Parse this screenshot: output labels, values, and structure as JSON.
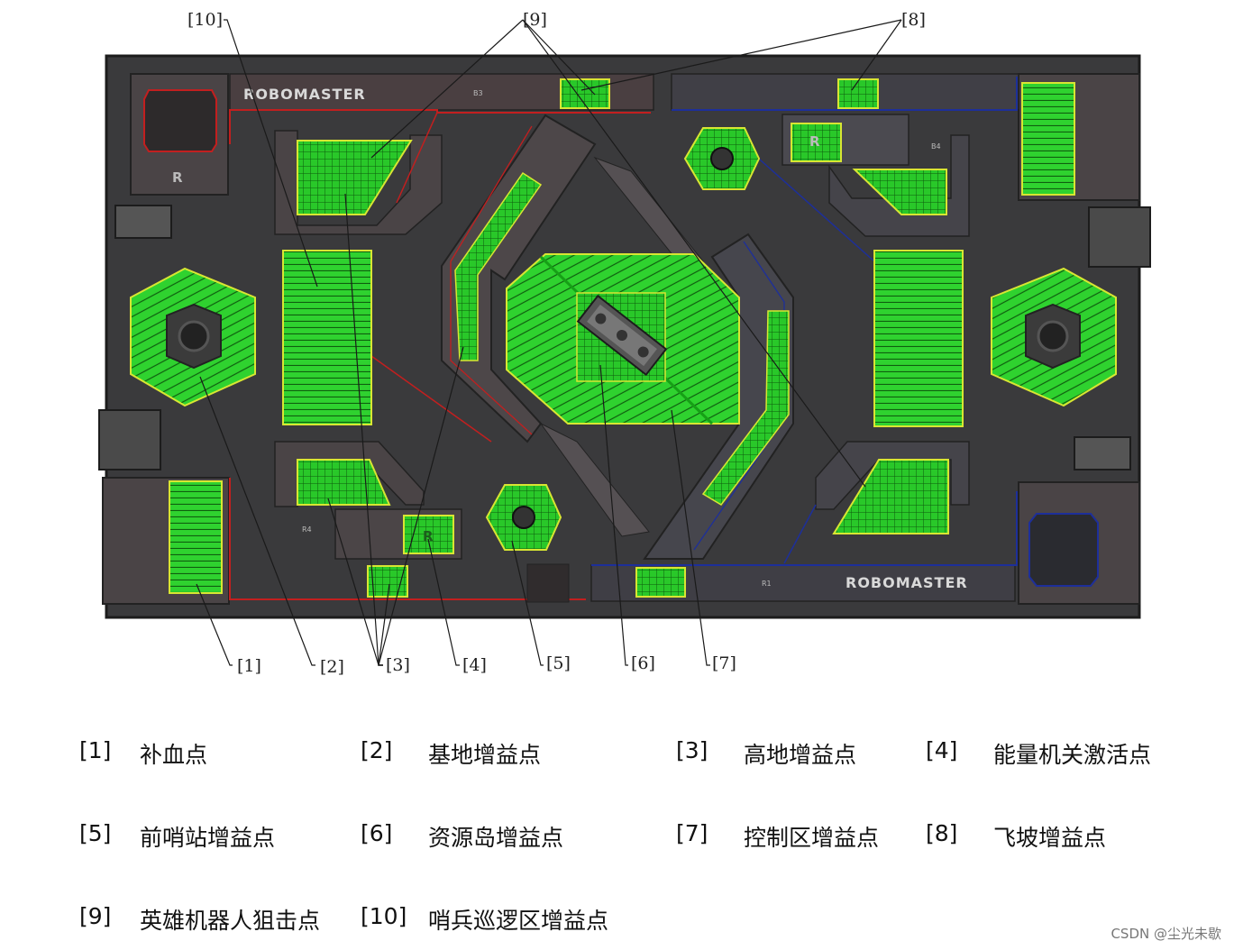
{
  "map": {
    "logo_left": "ROBOMASTER",
    "logo_right": "ROBOMASTER",
    "r_mark": "R",
    "labels": {
      "b3": "B3",
      "b4": "B4",
      "r4": "R4",
      "r1": "R1"
    },
    "colors": {
      "floor": "#3a3a3c",
      "red_side": "#c21f1f",
      "blue_side": "#1d2f9a",
      "buff_green": "#2fe02f",
      "buff_outline": "#d8e632",
      "frame": "#2a2a2a"
    },
    "callouts": [
      "[1]",
      "[2]",
      "[3]",
      "[4]",
      "[5]",
      "[6]",
      "[7]",
      "[8]",
      "[9]",
      "[10]"
    ]
  },
  "legend": [
    {
      "num": "[1]",
      "label": "补血点"
    },
    {
      "num": "[2]",
      "label": "基地增益点"
    },
    {
      "num": "[3]",
      "label": "高地增益点"
    },
    {
      "num": "[4]",
      "label": "能量机关激活点"
    },
    {
      "num": "[5]",
      "label": "前哨站增益点"
    },
    {
      "num": "[6]",
      "label": "资源岛增益点"
    },
    {
      "num": "[7]",
      "label": "控制区增益点"
    },
    {
      "num": "[8]",
      "label": "飞坡增益点"
    },
    {
      "num": "[9]",
      "label": "英雄机器人狙击点"
    },
    {
      "num": "[10]",
      "label": "哨兵巡逻区增益点"
    }
  ],
  "watermark": "CSDN @尘光未歇"
}
